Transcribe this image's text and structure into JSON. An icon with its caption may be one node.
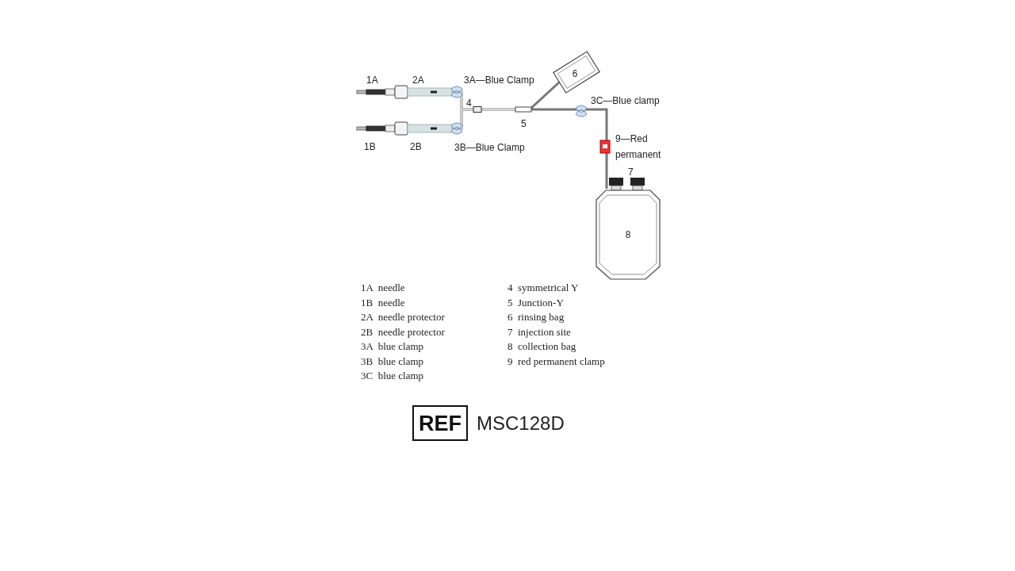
{
  "diagram": {
    "nodes": [
      {
        "text": [
          "6"
        ]
      },
      {
        "text": [
          "8"
        ]
      },
      {
        "text": [
          "REF"
        ],
        "beside": [
          "MSC128D"
        ]
      }
    ],
    "edges": [
      {
        "from": 0,
        "to": 1,
        "arrow": "none"
      }
    ],
    "labels": [
      "1A",
      "2A",
      "3A—Blue Clamp",
      "4",
      "3C—Blue clamp",
      "5",
      "1B",
      "2B",
      "3B—Blue Clamp",
      "9—Red permanent",
      "7",
      "1A  needle",
      "4  symmetrical Y",
      "1B  needle",
      "5  Junction-Y",
      "2A  needle protector",
      "6  rinsing bag",
      "2B  needle protector",
      "7  injection site",
      "3A  blue clamp",
      "8  collection bag",
      "3B  blue clamp",
      "9  red permanent clamp",
      "3C  blue clamp"
    ]
  }
}
